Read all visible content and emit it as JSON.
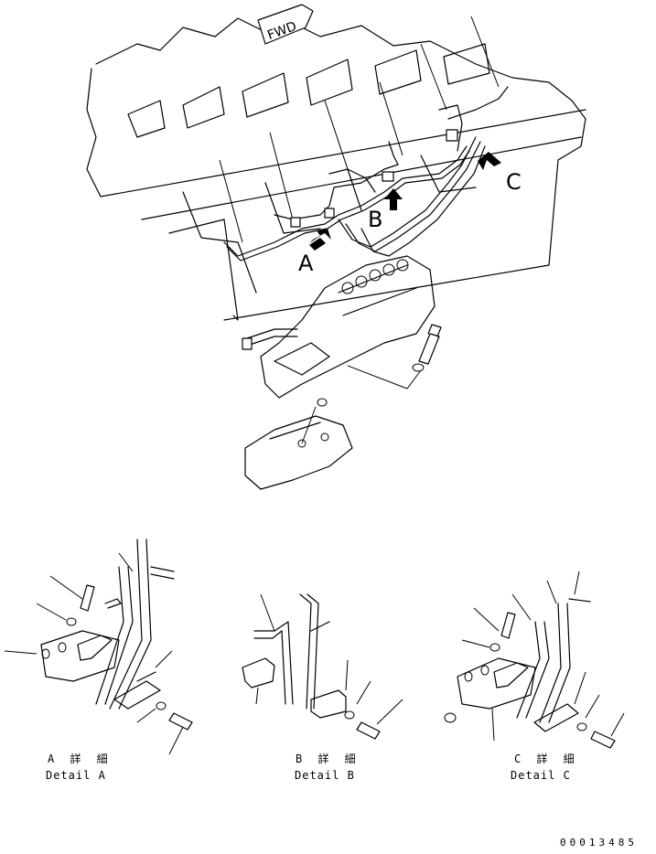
{
  "diagram": {
    "forward_label": "FWD",
    "view_letters": {
      "a": "A",
      "b": "B",
      "c": "C"
    },
    "details": [
      {
        "title": "A 詳 細",
        "name": "Detail A"
      },
      {
        "title": "B 詳 細",
        "name": "Detail B"
      },
      {
        "title": "C 詳 細",
        "name": "Detail C"
      }
    ],
    "drawing_number": "00013485"
  }
}
